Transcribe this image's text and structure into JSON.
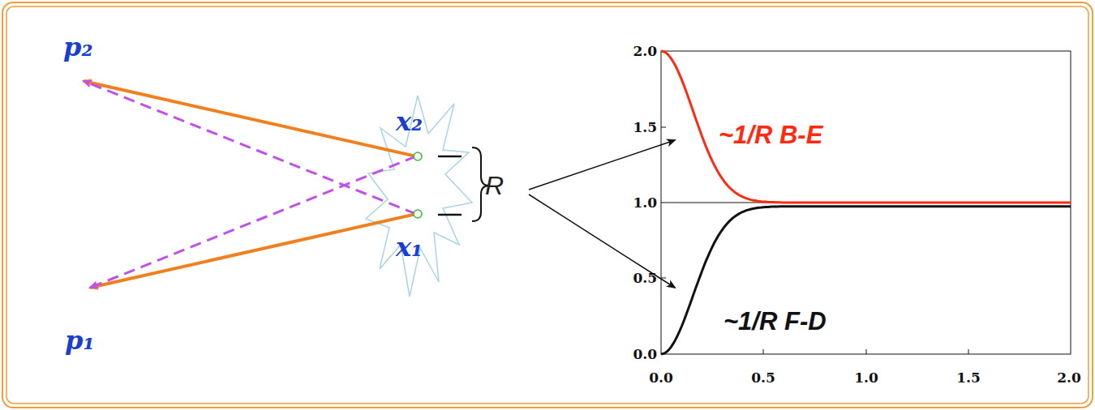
{
  "diagram": {
    "labels": [
      "p₂",
      "x₂",
      "R",
      "x₁",
      "p₁",
      "2.0",
      "1.5",
      "1.0",
      "0.5",
      "0.0",
      "0.0",
      "0.5",
      "1.0",
      "1.5",
      "2.0",
      "~1/R B-E",
      "~1/R F-D"
    ]
  }
}
